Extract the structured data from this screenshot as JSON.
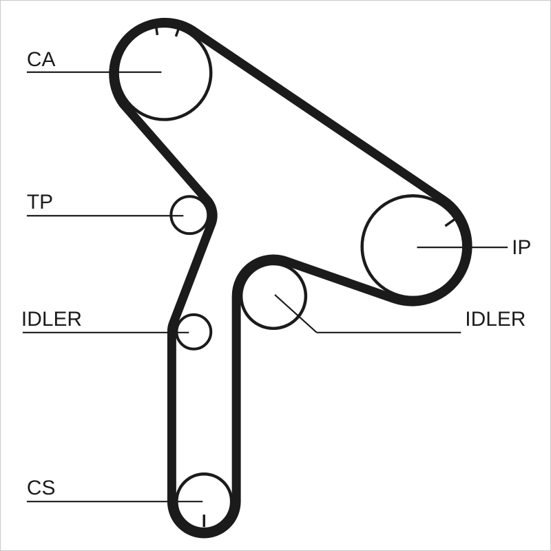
{
  "diagram": {
    "type": "timing-belt-routing-diagram",
    "labels": {
      "ca": "CA",
      "tp": "TP",
      "idler_left": "IDLER",
      "cs": "CS",
      "ip": "IP",
      "idler_right": "IDLER"
    },
    "colors": {
      "line": "#1b1b1b",
      "background": "#ffffff",
      "border": "#c8c8c8"
    }
  }
}
